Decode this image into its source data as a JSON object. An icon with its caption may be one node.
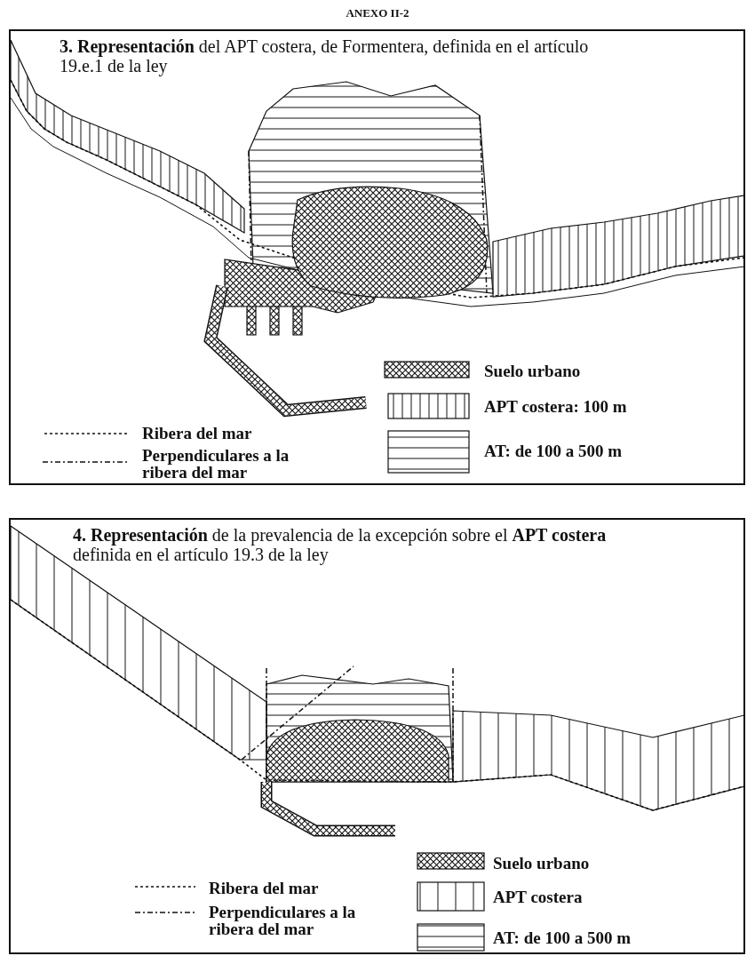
{
  "diagram": {
    "title": "ANEXO II-2",
    "nodes": [
      {
        "text": [
          "**3. Representación** del APT costera, de Formentera, definida en el artículo 19.e.1 de la ley"
        ]
      },
      {
        "text": [
          "**4. Representación** de la prevalencia de la excepción sobre el **APT costera** definida en el artículo 19.3 de la ley"
        ]
      }
    ],
    "edges": [],
    "legend": [
      {
        "text": "Suelo urbano"
      },
      {
        "text": "APT costera: 100 m"
      },
      {
        "text": "AT: de 100 a 500 m"
      },
      {
        "text": "Ribera del mar"
      },
      {
        "text": "Perpendiculares a la ribera del mar"
      },
      {
        "text": "Suelo urbano"
      },
      {
        "text": "APT costera"
      },
      {
        "text": "AT: de 100 a 500 m"
      },
      {
        "text": "Ribera del mar"
      },
      {
        "text": "Perpendiculares a la ribera del mar"
      }
    ]
  }
}
